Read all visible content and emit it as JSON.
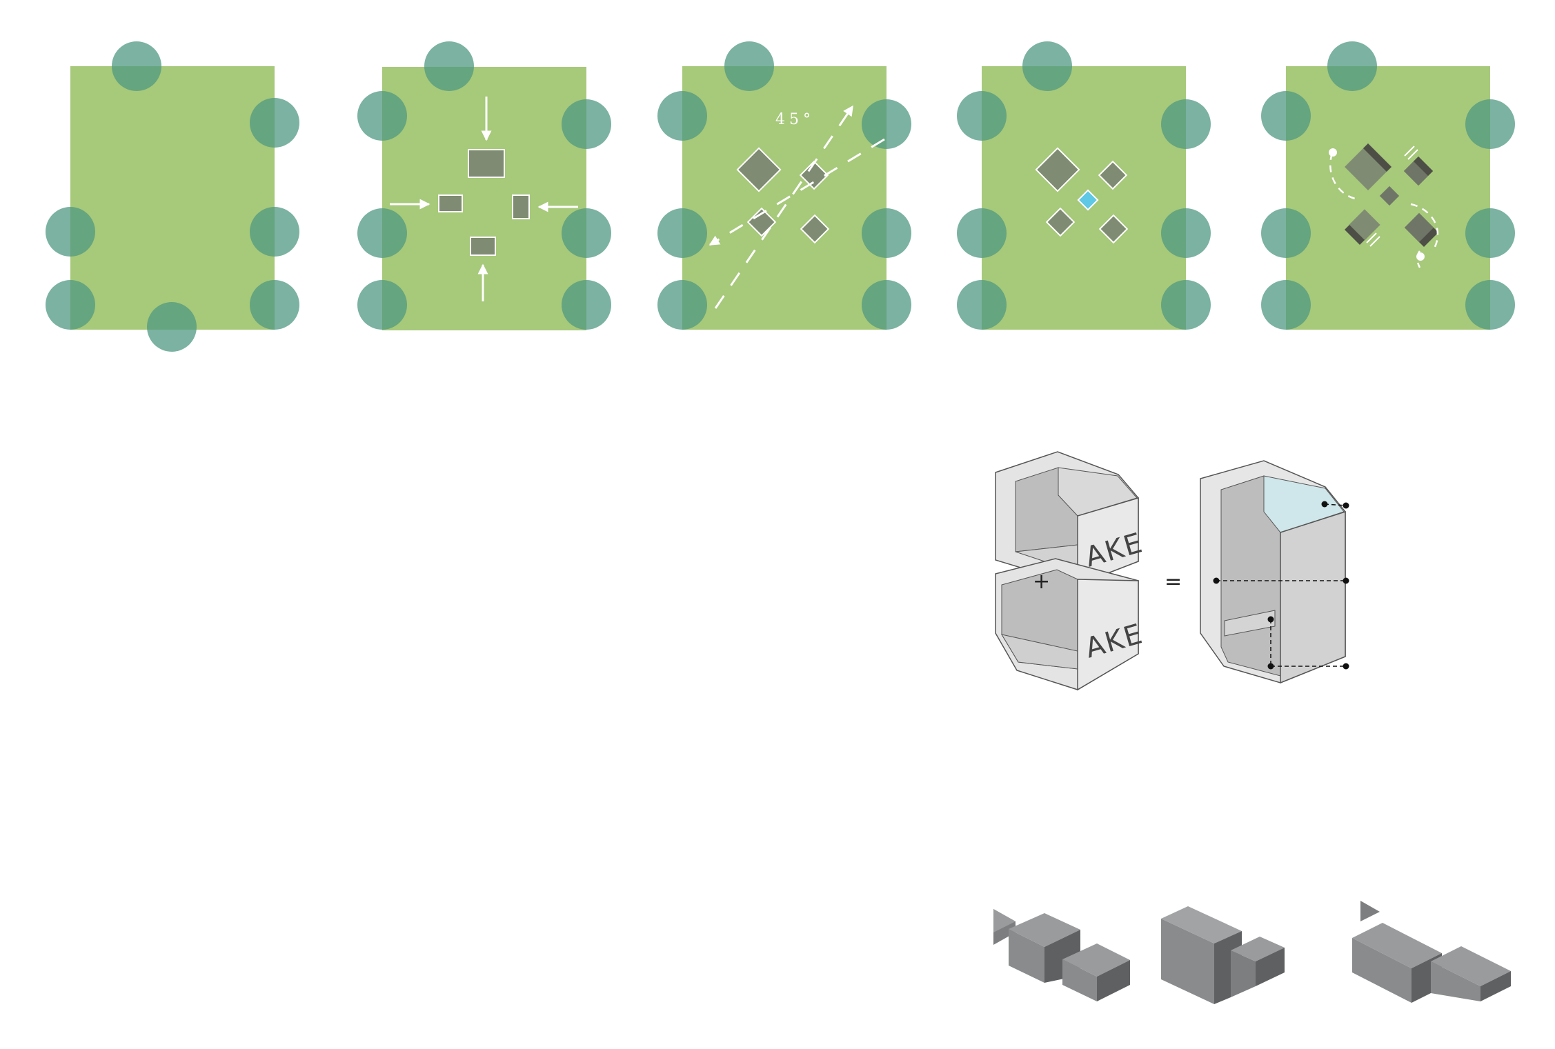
{
  "colors": {
    "site": "#a7c97a",
    "tree": "#4f9882",
    "block": "#7f8b72",
    "pool": "#5ec8e6",
    "arrow": "#ffffff",
    "panel_light": "#e6e6e6",
    "panel_mid": "#cfcfcf",
    "panel_dark": "#b8b8b8",
    "glass": "#cfe6ea",
    "solid_dark": "#5f6061",
    "solid_mid": "#7d7e80",
    "solid_light": "#9a9b9d"
  },
  "site_diagrams": [
    {
      "step": 1,
      "content": "site-with-trees"
    },
    {
      "step": 2,
      "content": "centripetal-layout"
    },
    {
      "step": 3,
      "content": "rotated-45-axis"
    },
    {
      "step": 4,
      "content": "central-pool"
    },
    {
      "step": 5,
      "content": "circulation-loop"
    }
  ],
  "labels": {
    "angle": "45°",
    "module_top_text": "AKE",
    "module_bottom_text": "AKE",
    "plus_sign": "+",
    "equals_sign": "="
  },
  "icons": [
    "tree-icon",
    "arrow-icon",
    "block-icon",
    "pool-icon",
    "bench-icon"
  ]
}
